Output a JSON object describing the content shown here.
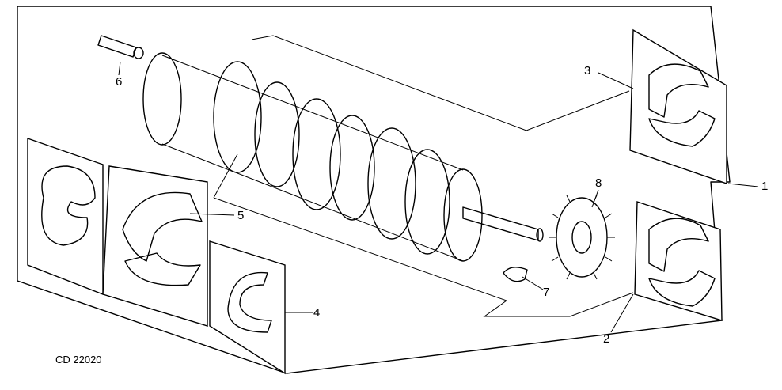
{
  "callouts": [
    "1",
    "2",
    "3",
    "4",
    "5",
    "6",
    "7",
    "8"
  ],
  "figure_code": "CD 22020"
}
